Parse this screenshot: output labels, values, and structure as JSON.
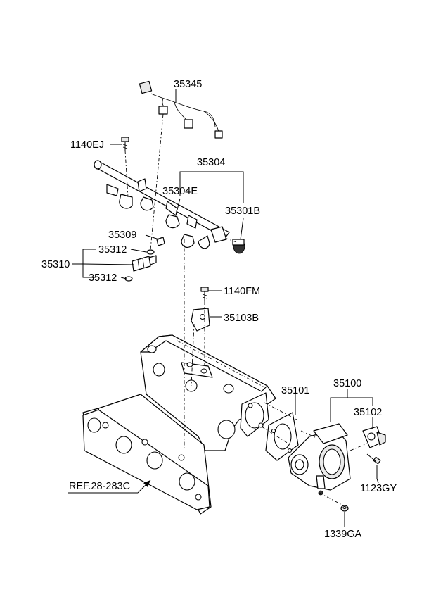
{
  "labels": {
    "p35345": "35345",
    "p1140EJ": "1140EJ",
    "p35304": "35304",
    "p35304E": "35304E",
    "p35301B": "35301B",
    "p35309": "35309",
    "p35312_top": "35312",
    "p35310": "35310",
    "p35312_bottom": "35312",
    "p1140FM": "1140FM",
    "p35103B": "35103B",
    "p35101": "35101",
    "p35100": "35100",
    "p35102": "35102",
    "p1123GY": "1123GY",
    "p1339GA": "1339GA",
    "ref": "REF.28-283C"
  }
}
